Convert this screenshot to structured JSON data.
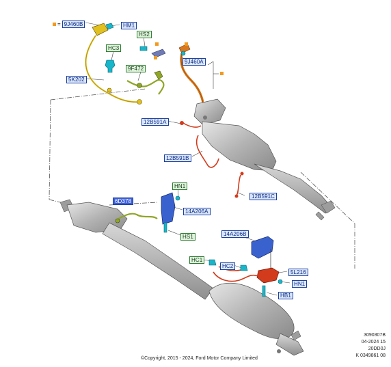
{
  "legend": {
    "symbol_color": "#f39a1e",
    "equals": "=",
    "part": "9J460B"
  },
  "labels": [
    {
      "id": "9J460B",
      "style": "blue"
    },
    {
      "id": "HM1",
      "style": "blue"
    },
    {
      "id": "HS2",
      "style": "green"
    },
    {
      "id": "HC3",
      "style": "green"
    },
    {
      "id": "9F472",
      "style": "green"
    },
    {
      "id": "9J460A",
      "style": "blue"
    },
    {
      "id": "5K202",
      "style": "blue"
    },
    {
      "id": "12B591A",
      "style": "blue"
    },
    {
      "id": "12B591B",
      "style": "blue"
    },
    {
      "id": "12B591C",
      "style": "blue"
    },
    {
      "id": "HN1",
      "style": "green"
    },
    {
      "id": "6D378",
      "style": "blue-fill"
    },
    {
      "id": "14A206A",
      "style": "blue"
    },
    {
      "id": "HS1",
      "style": "green"
    },
    {
      "id": "14A206B",
      "style": "blue"
    },
    {
      "id": "HC1",
      "style": "green"
    },
    {
      "id": "HC2",
      "style": "blue"
    },
    {
      "id": "5L216",
      "style": "blue"
    },
    {
      "id": "HN1",
      "style": "blue"
    },
    {
      "id": "HB1",
      "style": "blue"
    }
  ],
  "info_block": [
    "3090307B",
    "04-2024 15",
    "20DD0J",
    "K 0349861 08"
  ],
  "copyright": "©Copyright, 2015 - 2024, Ford Motor Company Limited",
  "colors": {
    "yellow_sensor": "#e1c021",
    "orange_pipe": "#d9781c",
    "red_wire": "#d23b1c",
    "cyan_clip": "#19b6c9",
    "blue_bracket": "#3a62cf",
    "olive_sensor": "#8fa628",
    "metal_gray": "#b9b9b9",
    "label_blue": "#dbe7ff",
    "label_green": "#dff3dc"
  }
}
